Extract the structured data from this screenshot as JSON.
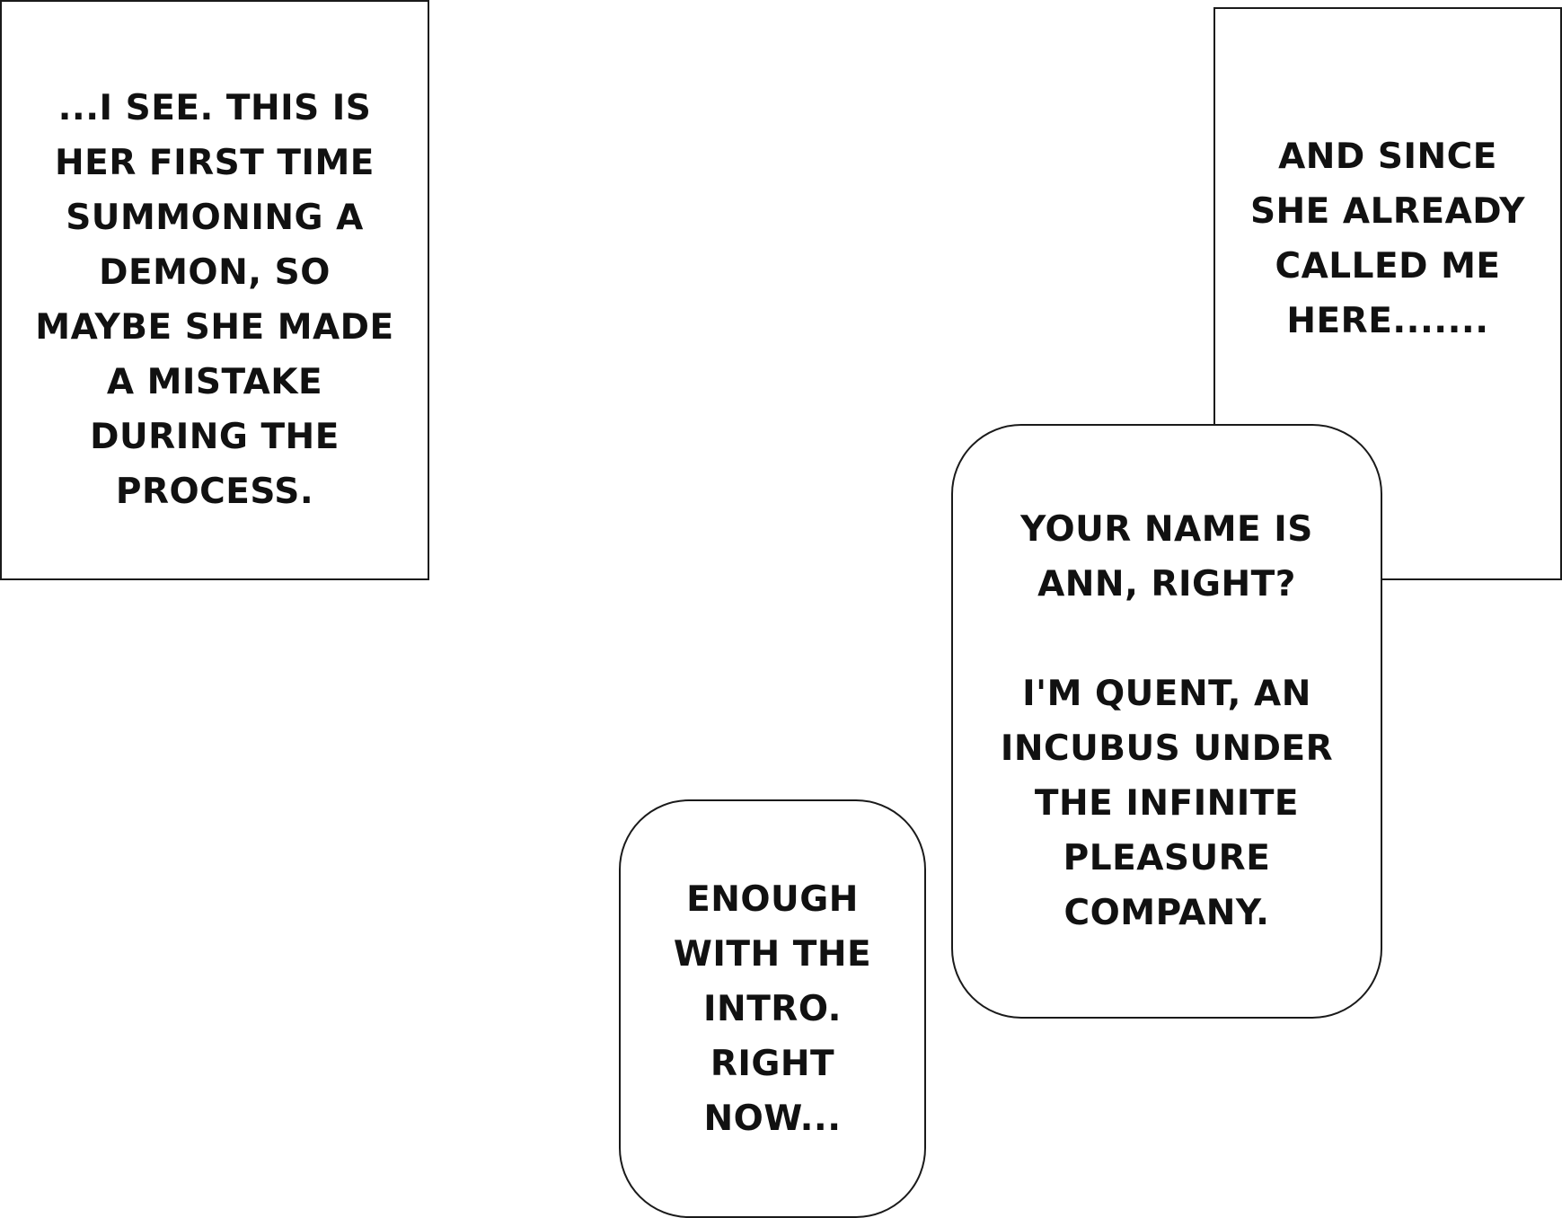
{
  "panels": [
    {
      "lines": [
        "...I SEE. THIS IS",
        "HER FIRST TIME",
        "SUMMONING A",
        "DEMON, SO",
        "MAYBE SHE MADE",
        "A MISTAKE",
        "DURING THE",
        "PROCESS."
      ]
    },
    {
      "lines": [
        "AND SINCE",
        "SHE ALREADY",
        "CALLED ME",
        "HERE......."
      ]
    },
    {
      "lines_a": [
        "YOUR NAME IS",
        "ANN, RIGHT?"
      ],
      "lines_b": [
        "I'M QUENT, AN",
        "INCUBUS UNDER",
        "THE INFINITE",
        "PLEASURE",
        "COMPANY."
      ]
    },
    {
      "lines": [
        "ENOUGH",
        "WITH THE",
        "INTRO.",
        "RIGHT",
        "NOW..."
      ]
    }
  ]
}
